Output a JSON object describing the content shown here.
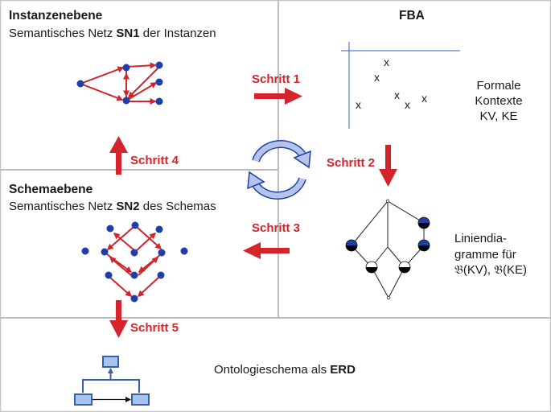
{
  "instance_level": {
    "title": "Instanzenebene",
    "subtitle_pre": "Semantisches Netz ",
    "subtitle_bold": "SN1",
    "subtitle_post": " der Instanzen"
  },
  "fba": {
    "title": "FBA"
  },
  "schema_level": {
    "title": "Schemaebene",
    "subtitle_pre": "Semantisches Netz ",
    "subtitle_bold": "SN2",
    "subtitle_post": " des Schemas"
  },
  "steps": {
    "step1": "Schritt 1",
    "step2": "Schritt 2",
    "step3": "Schritt 3",
    "step4": "Schritt 4",
    "step5": "Schritt 5"
  },
  "contexts": {
    "line1": "Formale",
    "line2": "Kontexte",
    "line3": "KV, KE",
    "marker": "x"
  },
  "line_diagrams": {
    "line1": "Liniendia-",
    "line2": "gramme für",
    "line3": "𝔅(KV), 𝔅(KE)"
  },
  "erd": {
    "label_pre": "Ontologieschema als ",
    "label_bold": "ERD"
  },
  "colors": {
    "red": "#d4232b",
    "node_blue": "#1f3fa8",
    "erd_blue": "#3560b0",
    "erd_fill": "#a9c4ea",
    "cycle_fill": "#b6c4ec",
    "divider": "#bdbdbd"
  }
}
